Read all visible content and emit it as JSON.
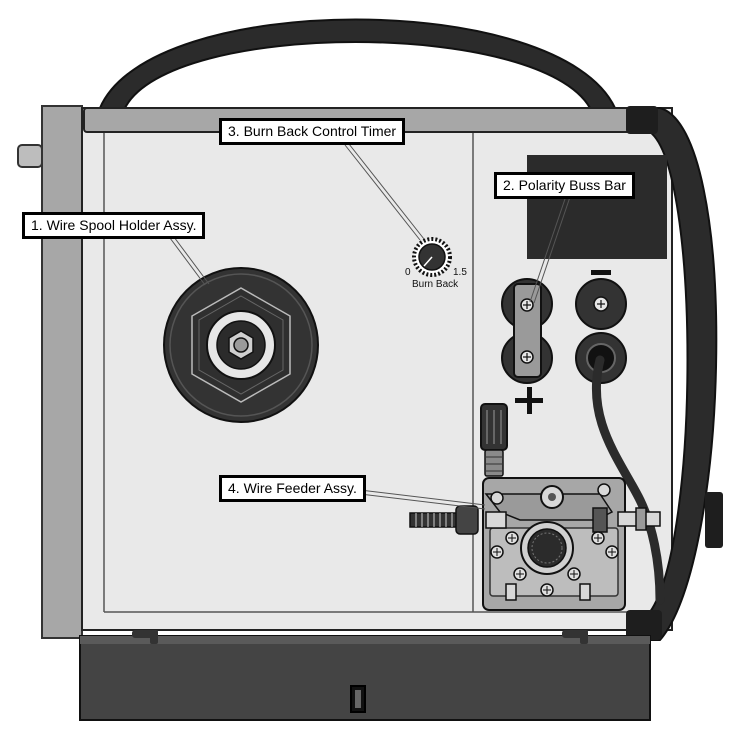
{
  "diagram": {
    "callouts": [
      {
        "id": "wire-spool",
        "label": "1. Wire Spool Holder Assy."
      },
      {
        "id": "polarity",
        "label": "2. Polarity Buss Bar"
      },
      {
        "id": "burn-back",
        "label": "3. Burn Back Control Timer"
      },
      {
        "id": "wire-feeder",
        "label": "4. Wire Feeder Assy."
      }
    ],
    "burn_back_knob": {
      "min": "0",
      "max": "1.5",
      "label": "Burn Back"
    },
    "terminals": {
      "negative": "−",
      "positive": "+"
    },
    "colors": {
      "panel": "#e9e9e9",
      "frame": "#a7a7a7",
      "handle": "#2b2b2b",
      "dark": "#333333",
      "outline": "#1a1a1a"
    }
  }
}
